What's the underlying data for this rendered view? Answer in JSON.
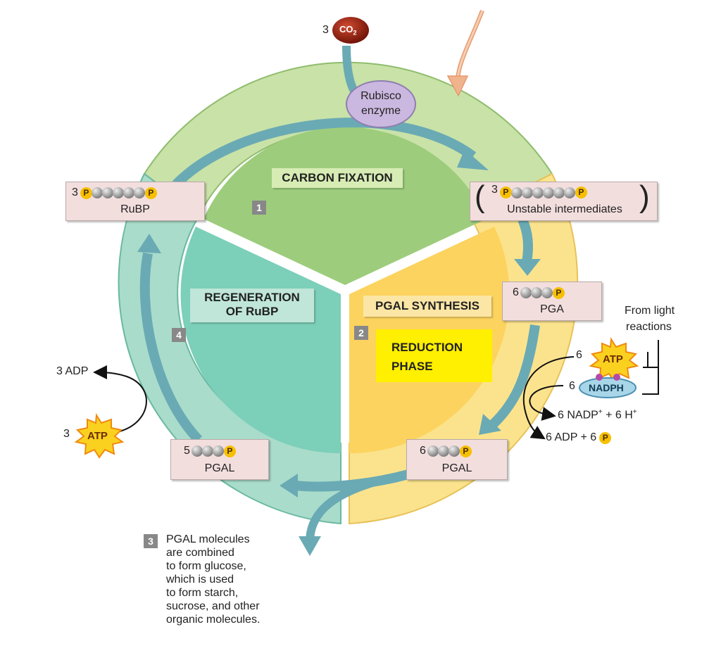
{
  "colors": {
    "fixation": "#9dcd7c",
    "fixation_ring": "#c9e2a8",
    "regeneration": "#7ccfb8",
    "regeneration_ring": "#a9dccb",
    "synthesis": "#fcd35e",
    "synthesis_ring": "#fbe38d",
    "arrow": "#6aaab4",
    "label_box": "#f3dede",
    "reduction_highlight": "#ffef00",
    "phosphate": "#f6c000",
    "co2": "#8a1a0a",
    "rubisco": "#cbb8e0",
    "light_arrow": "#f0b48d"
  },
  "input": {
    "coef": "3",
    "molecule": "CO2",
    "base": "CO",
    "sub": "2"
  },
  "rubisco": {
    "line1": "Rubisco",
    "line2": "enzyme"
  },
  "phases": {
    "fixation": {
      "title": "CARBON FIXATION",
      "number": "1"
    },
    "synthesis": {
      "title": "PGAL SYNTHESIS",
      "number": "2"
    },
    "regeneration": {
      "title_line1": "REGENERATION",
      "title_line2": "OF RuBP",
      "number": "4"
    },
    "reduction": {
      "line1": "REDUCTION",
      "line2": "PHASE"
    }
  },
  "molecules": {
    "rubp": {
      "coef": "3",
      "name": "RuBP",
      "phosphate": "P"
    },
    "unstable": {
      "coef": "3",
      "name": "Unstable intermediates",
      "phosphate": "P"
    },
    "pga": {
      "coef": "6",
      "name": "PGA",
      "phosphate": "P"
    },
    "pgal_right": {
      "coef": "6",
      "name": "PGAL",
      "phosphate": "P"
    },
    "pgal_left": {
      "coef": "5",
      "name": "PGAL",
      "phosphate": "P"
    }
  },
  "energy": {
    "light_label_line1": "From light",
    "light_label_line2": "reactions",
    "atp_right_coef": "6",
    "atp_label": "ATP",
    "nadph_coef": "6",
    "nadph_label": "NADPH",
    "nadp_product": "6 NADP",
    "nadp_sup": "+",
    "h_product": " + 6 H",
    "h_sup": "+",
    "adp_product": "6 ADP + 6",
    "adp_phosphate": "P",
    "adp_left": "3 ADP",
    "atp_left_coef": "3"
  },
  "output": {
    "number": "3",
    "lines": [
      "PGAL molecules",
      "are combined",
      "to form glucose,",
      "which is used",
      "to form starch,",
      "sucrose, and other",
      "organic molecules."
    ]
  }
}
